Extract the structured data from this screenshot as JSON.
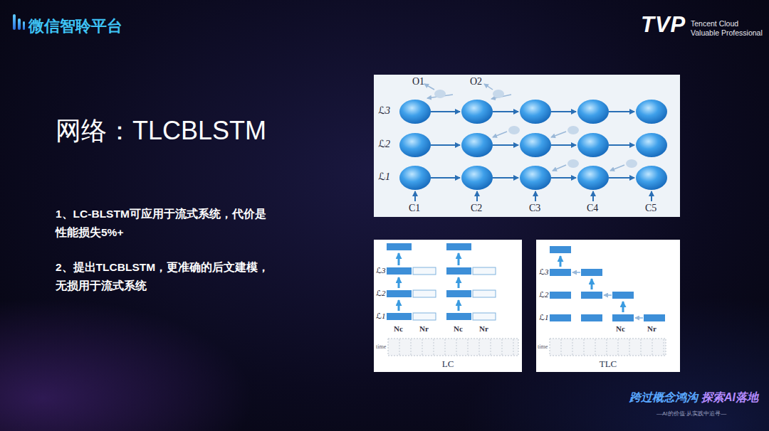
{
  "diagram": {
    "title": "网络：TLCBLSTM",
    "nodes": [
      {
        "text": [
          "LC"
        ]
      },
      {
        "text": [
          "TLC"
        ]
      }
    ],
    "labels": [
      "微信智聆平台",
      "TVP",
      "Tencent Cloud",
      "Valuable Professional",
      "1、LC-BLSTM可应用于流式系统，代价是性能损失5%+",
      "2、提出TLCBLSTM，更准确的后文建模，无损用于流式系统",
      "O1",
      "O2",
      "ℒ3",
      "ℒ2",
      "ℒ1",
      "C1",
      "C2",
      "C3",
      "C4",
      "C5",
      "ℒ3",
      "ℒ2",
      "ℒ1",
      "Nc",
      "Nr",
      "Nc",
      "Nr",
      "time",
      "ℒ3",
      "ℒ2",
      "ℒ1",
      "Nc",
      "Nr",
      "time",
      "跨过概念鸿沟",
      "探索AI落地",
      "—AI的价值·从实践中追寻—"
    ]
  }
}
